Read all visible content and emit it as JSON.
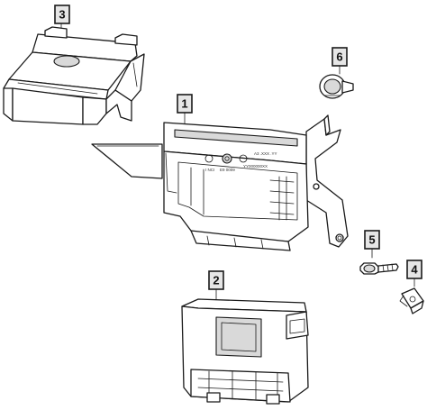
{
  "diagram": {
    "background": "#ffffff",
    "line_color": "#1a1a1a",
    "callout_fill": "#e6e6e6",
    "callouts": [
      {
        "id": "callout-1",
        "label": "1"
      },
      {
        "id": "callout-2",
        "label": "2"
      },
      {
        "id": "callout-3",
        "label": "3"
      },
      {
        "id": "callout-4",
        "label": "4"
      },
      {
        "id": "callout-5",
        "label": "5"
      },
      {
        "id": "callout-6",
        "label": "6"
      }
    ],
    "module_markings": {
      "line_a": "I NCI",
      "line_b": "E9 0009",
      "line_c": "YY000000XX",
      "line_d": "A3 .XXX .YY"
    }
  }
}
